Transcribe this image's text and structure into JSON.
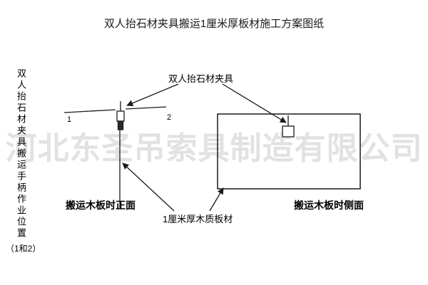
{
  "page": {
    "title": "双人抬石材夹具搬运1厘米厚板材施工方案图纸",
    "watermark": "河北东圣吊索具制造有限公司"
  },
  "labels": {
    "handle_positions_vertical": "双人抬石材夹具搬运手柄作业位置",
    "handle_positions_suffix": "（1和2）",
    "clamp": "双人抬石材夹具",
    "board": "1厘米厚木质板材",
    "position_1": "1",
    "position_2": "2"
  },
  "captions": {
    "front_view": "搬运木板时正面",
    "side_view": "搬运木板时侧面"
  },
  "colors": {
    "line": "#1a1a1a",
    "text": "#000000",
    "watermark": "#e2e2e2",
    "background": "#ffffff"
  }
}
